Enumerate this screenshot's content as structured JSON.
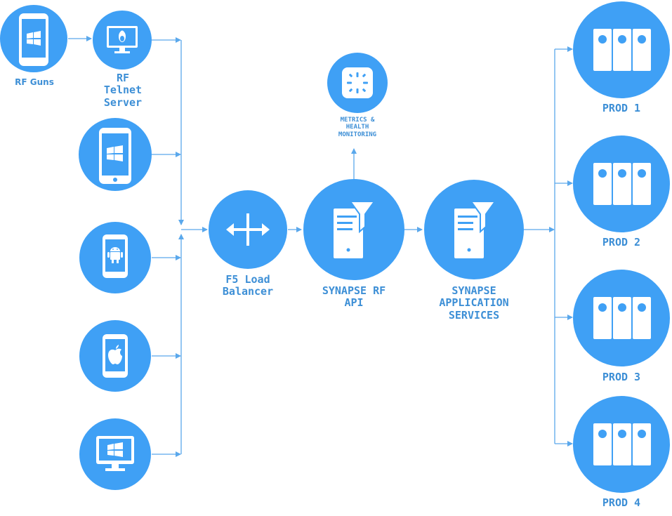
{
  "colors": {
    "node": "#3fa0f5",
    "line": "#5aa8ec",
    "label": "#3d8fd6",
    "icon": "#ffffff"
  },
  "clients": [
    {
      "label": "RF Guns",
      "icon": "windows-phone-icon"
    },
    {
      "label": "RF\nTelnet\nServer",
      "icon": "linux-monitor-icon"
    },
    {
      "label": "",
      "icon": "windows-phone-icon"
    },
    {
      "label": "",
      "icon": "android-phone-icon"
    },
    {
      "label": "",
      "icon": "apple-phone-icon"
    },
    {
      "label": "",
      "icon": "windows-monitor-icon"
    }
  ],
  "load_balancer": {
    "label": "F5 Load\nBalancer",
    "icon": "four-arrows-icon"
  },
  "metrics": {
    "label": "METRICS &\nHEALTH\nMONITORING",
    "icon": "spinner-icon"
  },
  "rf_api": {
    "label": "SYNAPSE RF\nAPI",
    "icon": "server-funnel-icon"
  },
  "app_services": {
    "label": "SYNAPSE\nAPPLICATION\nSERVICES",
    "icon": "server-funnel-icon"
  },
  "prod_nodes": [
    {
      "label": "PROD 1",
      "icon": "server-rack-icon"
    },
    {
      "label": "PROD 2",
      "icon": "server-rack-icon"
    },
    {
      "label": "PROD 3",
      "icon": "server-rack-icon"
    },
    {
      "label": "PROD 4",
      "icon": "server-rack-icon"
    }
  ]
}
